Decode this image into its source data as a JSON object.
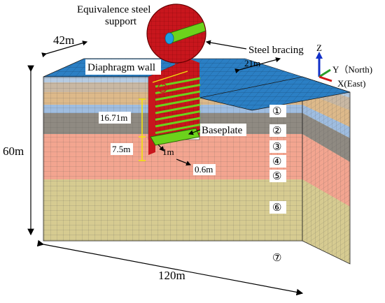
{
  "labels": {
    "support": [
      "Equivalence steel",
      "support"
    ],
    "steel_bracing": "Steel bracing",
    "diaphragm_wall": "Diaphragm wall",
    "baseplate": "Baseplate",
    "dim_width": "42m",
    "dim_pit_width": "21m",
    "dim_depth": "60m",
    "dim_length": "120m",
    "dim_excavation": "16.71m",
    "dim_embed": "7.5m",
    "dim_plate": "1m",
    "dim_wall": "0.6m"
  },
  "axes": {
    "z": "Z",
    "y": "Y（North)",
    "x": "X(East)"
  },
  "layers": [
    "①",
    "②",
    "③",
    "④",
    "⑤",
    "⑥",
    "⑦"
  ],
  "colors": {
    "top": "#2b7fc4",
    "l1": "#b6cbe2",
    "l2": "#c9b8a3",
    "l3": "#ddb98a",
    "l4": "#9fbde0",
    "l5": "#8f8a82",
    "l6": "#f3a590",
    "l7": "#d6cb91",
    "wall": "#c8161d",
    "brace": "#6cd21c"
  }
}
